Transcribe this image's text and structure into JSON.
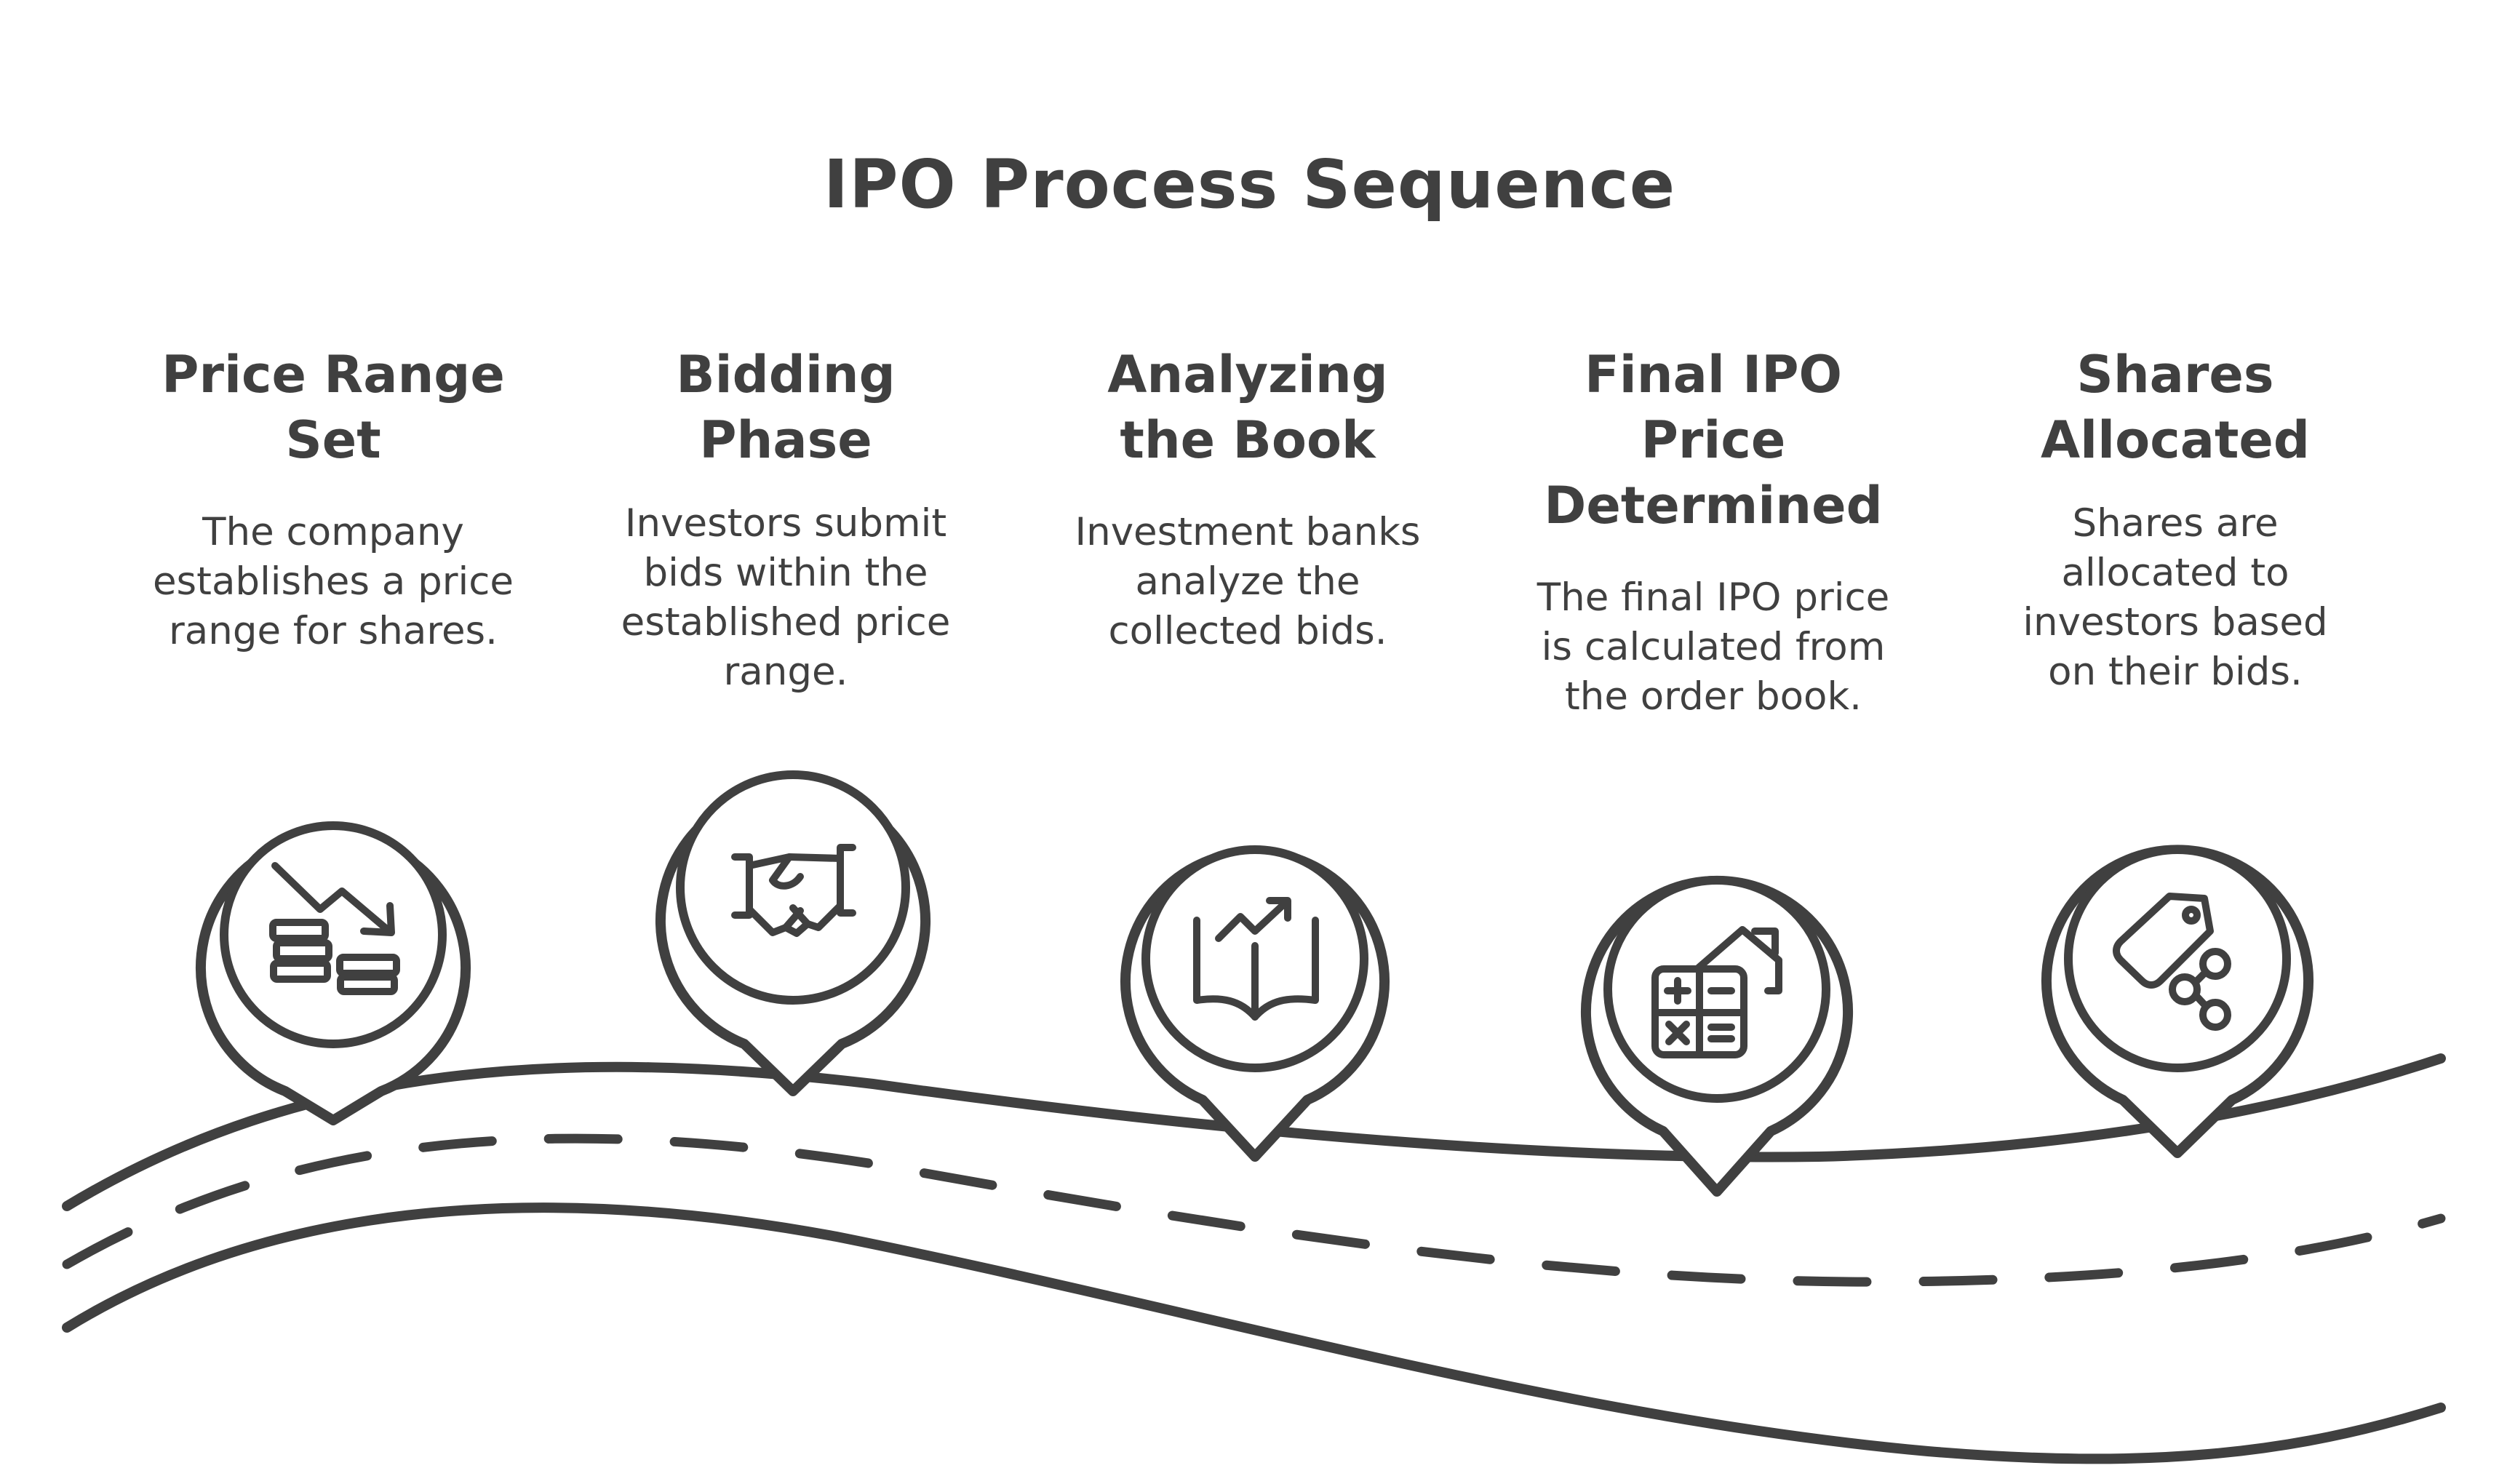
{
  "title": "IPO Process Sequence",
  "colors": {
    "ink": "#404040",
    "background": "#ffffff"
  },
  "steps": [
    {
      "title_line1": "Price Range",
      "title_line2": "Set",
      "description": "The company establishes a price range for shares.",
      "icon": "price-drop-coins-icon"
    },
    {
      "title_line1": "Bidding",
      "title_line2": "Phase",
      "description": "Investors submit bids within the established price range.",
      "icon": "handshake-icon"
    },
    {
      "title_line1": "Analyzing",
      "title_line2": "the Book",
      "description": "Investment banks analyze the collected bids.",
      "icon": "book-growth-icon"
    },
    {
      "title_line1": "Final IPO",
      "title_line2": "Price",
      "title_line3": "Determined",
      "description": "The final IPO price is calculated from the order book.",
      "icon": "calculator-house-icon"
    },
    {
      "title_line1": "Shares",
      "title_line2": "Allocated",
      "description": "Shares are allocated to investors based on their bids.",
      "icon": "tag-share-icon"
    }
  ]
}
